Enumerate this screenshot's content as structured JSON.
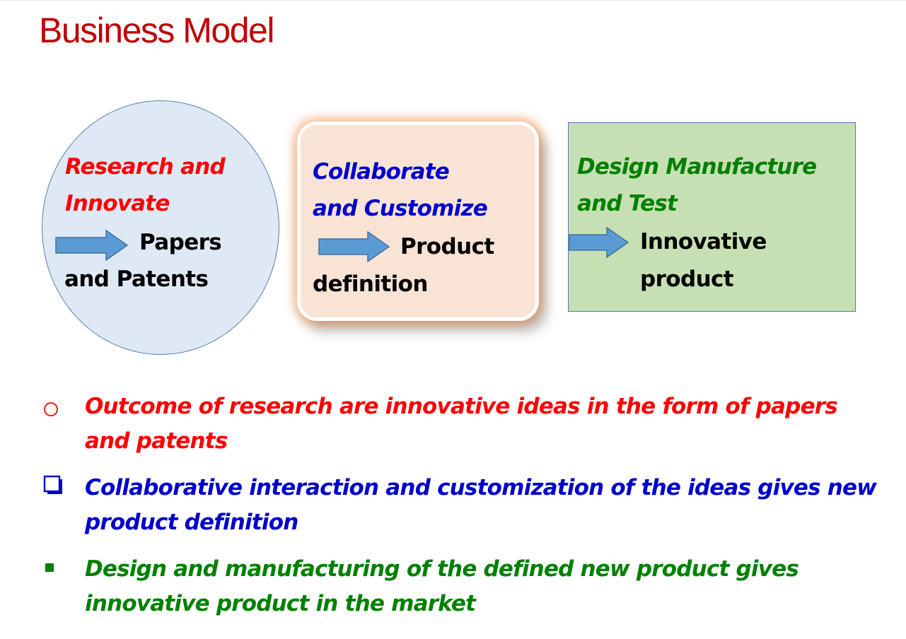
{
  "title": "Business Model",
  "stages": [
    {
      "heading_lines": [
        "Research and",
        "Innovate"
      ],
      "output_lines": [
        "Papers",
        "and Patents"
      ],
      "heading_color": "#ff0000"
    },
    {
      "heading_lines": [
        "Collaborate",
        "and Customize"
      ],
      "output_lines": [
        "Product",
        "definition"
      ],
      "heading_color": "#0000cc"
    },
    {
      "heading_lines": [
        "Design Manufacture",
        "and Test"
      ],
      "output_lines": [
        "Innovative",
        "product"
      ],
      "heading_color": "#008000"
    }
  ],
  "bullets": [
    {
      "marker": "hollow-circle",
      "color": "#ff0000",
      "lines": [
        "Outcome of research are innovative ideas in the form of papers",
        "and patents"
      ]
    },
    {
      "marker": "hollow-square-shadow",
      "color": "#0000cc",
      "lines": [
        "Collaborative interaction and customization of the ideas gives new",
        "product definition"
      ]
    },
    {
      "marker": "filled-square",
      "color": "#008000",
      "lines": [
        "Design and manufacturing of the defined new product gives",
        "innovative product in the market"
      ]
    }
  ],
  "colors": {
    "title": "#c00000",
    "arrow_fill": "#5b9bd5",
    "arrow_stroke": "#41719c"
  }
}
